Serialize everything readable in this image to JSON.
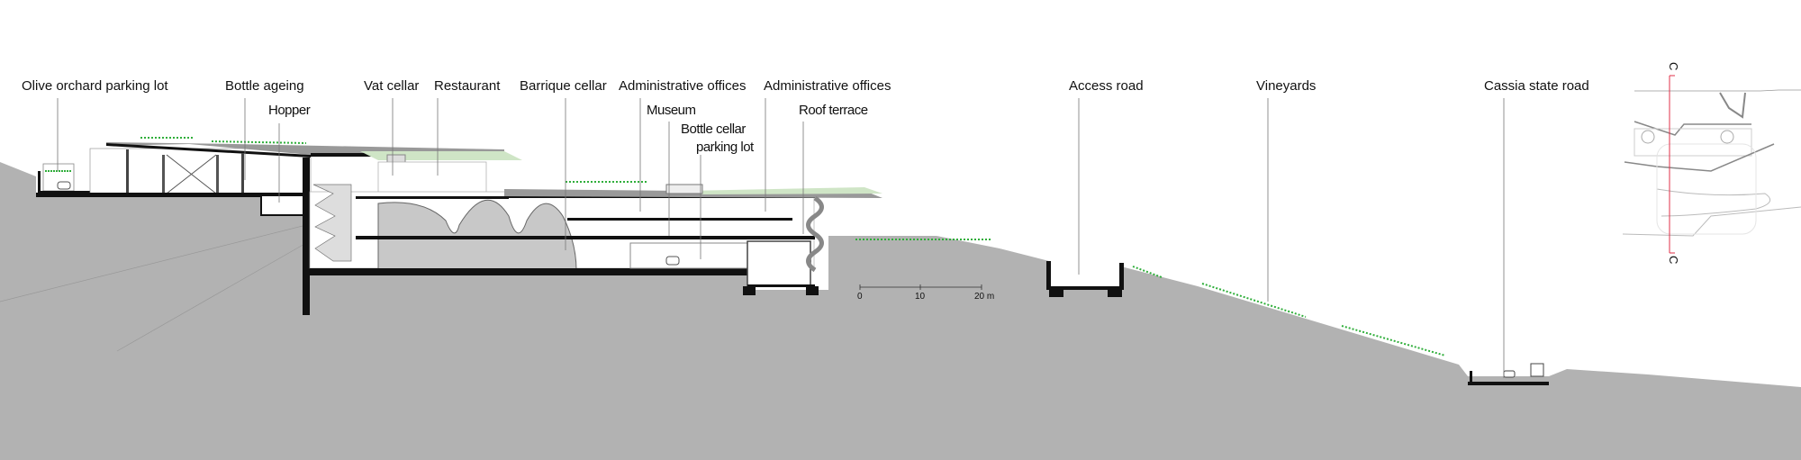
{
  "drawing": {
    "type": "building-section",
    "section_mark": "C",
    "colors": {
      "terrain": "#b2b2b2",
      "slab": "#111111",
      "vegetation": "#2fae3a",
      "green_roof": "#cfe5c6",
      "section_line": "#e0304a",
      "cellar_vault": "#c8c8c8"
    }
  },
  "labels": {
    "olive_orchard_parking": "Olive orchard parking lot",
    "bottle_ageing": "Bottle ageing",
    "hopper": "Hopper",
    "vat_cellar": "Vat cellar",
    "restaurant": "Restaurant",
    "barrique_cellar": "Barrique cellar",
    "admin_offices_1": "Administrative offices",
    "museum": "Museum",
    "bottle_cellar_1": "Bottle cellar",
    "bottle_cellar_2": "parking lot",
    "admin_offices_2": "Administrative offices",
    "roof_terrace": "Roof terrace",
    "access_road": "Access road",
    "vineyards": "Vineyards",
    "cassia_road": "Cassia state road"
  },
  "scale_bar": {
    "ticks": [
      "0",
      "10",
      "20 m"
    ]
  },
  "key_plan": {
    "section_top": "C",
    "section_bottom": "C"
  }
}
